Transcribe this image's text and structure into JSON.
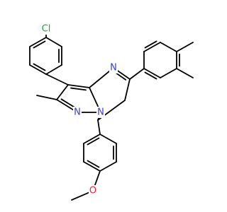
{
  "colors": {
    "bond": "#000000",
    "N": "#3b3bd6",
    "O": "#e3262f",
    "Cl": "#2f9b3a"
  },
  "labels": {
    "cl": "Cl",
    "n_pyrimidine": "N",
    "n_bridge": "N",
    "n_pyrazole": "N",
    "o_methoxy": "O"
  }
}
